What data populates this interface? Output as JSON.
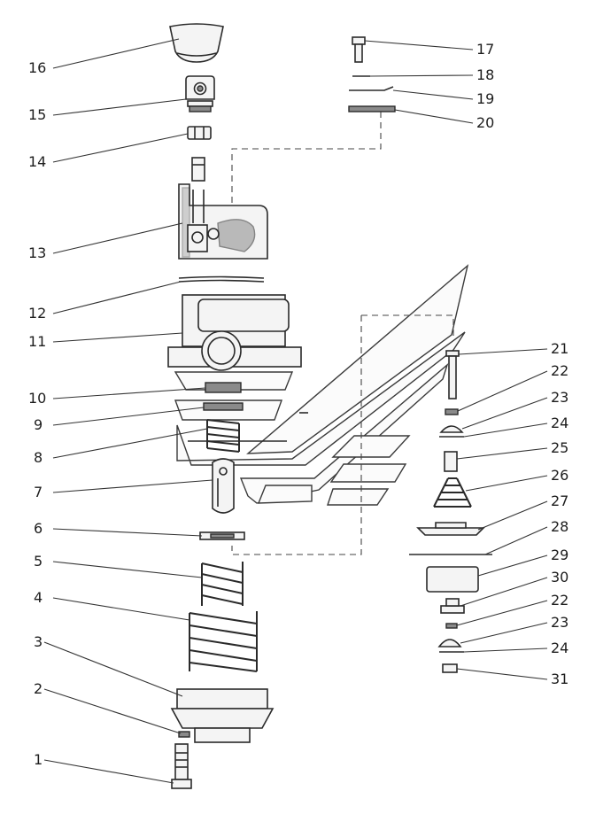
{
  "title": "",
  "line_color": "#2a2a2a",
  "background_color": "#ffffff",
  "callouts": [
    {
      "id": "16",
      "label": "16"
    },
    {
      "id": "15",
      "label": "15"
    },
    {
      "id": "14",
      "label": "14"
    },
    {
      "id": "13",
      "label": "13"
    },
    {
      "id": "12",
      "label": "12"
    },
    {
      "id": "11",
      "label": "11"
    },
    {
      "id": "10",
      "label": "10"
    },
    {
      "id": "9",
      "label": "9"
    },
    {
      "id": "8",
      "label": "8"
    },
    {
      "id": "7",
      "label": "7"
    },
    {
      "id": "6",
      "label": "6"
    },
    {
      "id": "5",
      "label": "5"
    },
    {
      "id": "4",
      "label": "4"
    },
    {
      "id": "3",
      "label": "3"
    },
    {
      "id": "2",
      "label": "2"
    },
    {
      "id": "1",
      "label": "1"
    },
    {
      "id": "17",
      "label": "17"
    },
    {
      "id": "18",
      "label": "18"
    },
    {
      "id": "19",
      "label": "19"
    },
    {
      "id": "20",
      "label": "20"
    },
    {
      "id": "21",
      "label": "21"
    },
    {
      "id": "22a",
      "label": "22"
    },
    {
      "id": "23a",
      "label": "23"
    },
    {
      "id": "24a",
      "label": "24"
    },
    {
      "id": "25",
      "label": "25"
    },
    {
      "id": "26",
      "label": "26"
    },
    {
      "id": "27",
      "label": "27"
    },
    {
      "id": "28",
      "label": "28"
    },
    {
      "id": "29",
      "label": "29"
    },
    {
      "id": "30",
      "label": "30"
    },
    {
      "id": "22b",
      "label": "22"
    },
    {
      "id": "23b",
      "label": "23"
    },
    {
      "id": "24b",
      "label": "24"
    },
    {
      "id": "31",
      "label": "31"
    }
  ]
}
